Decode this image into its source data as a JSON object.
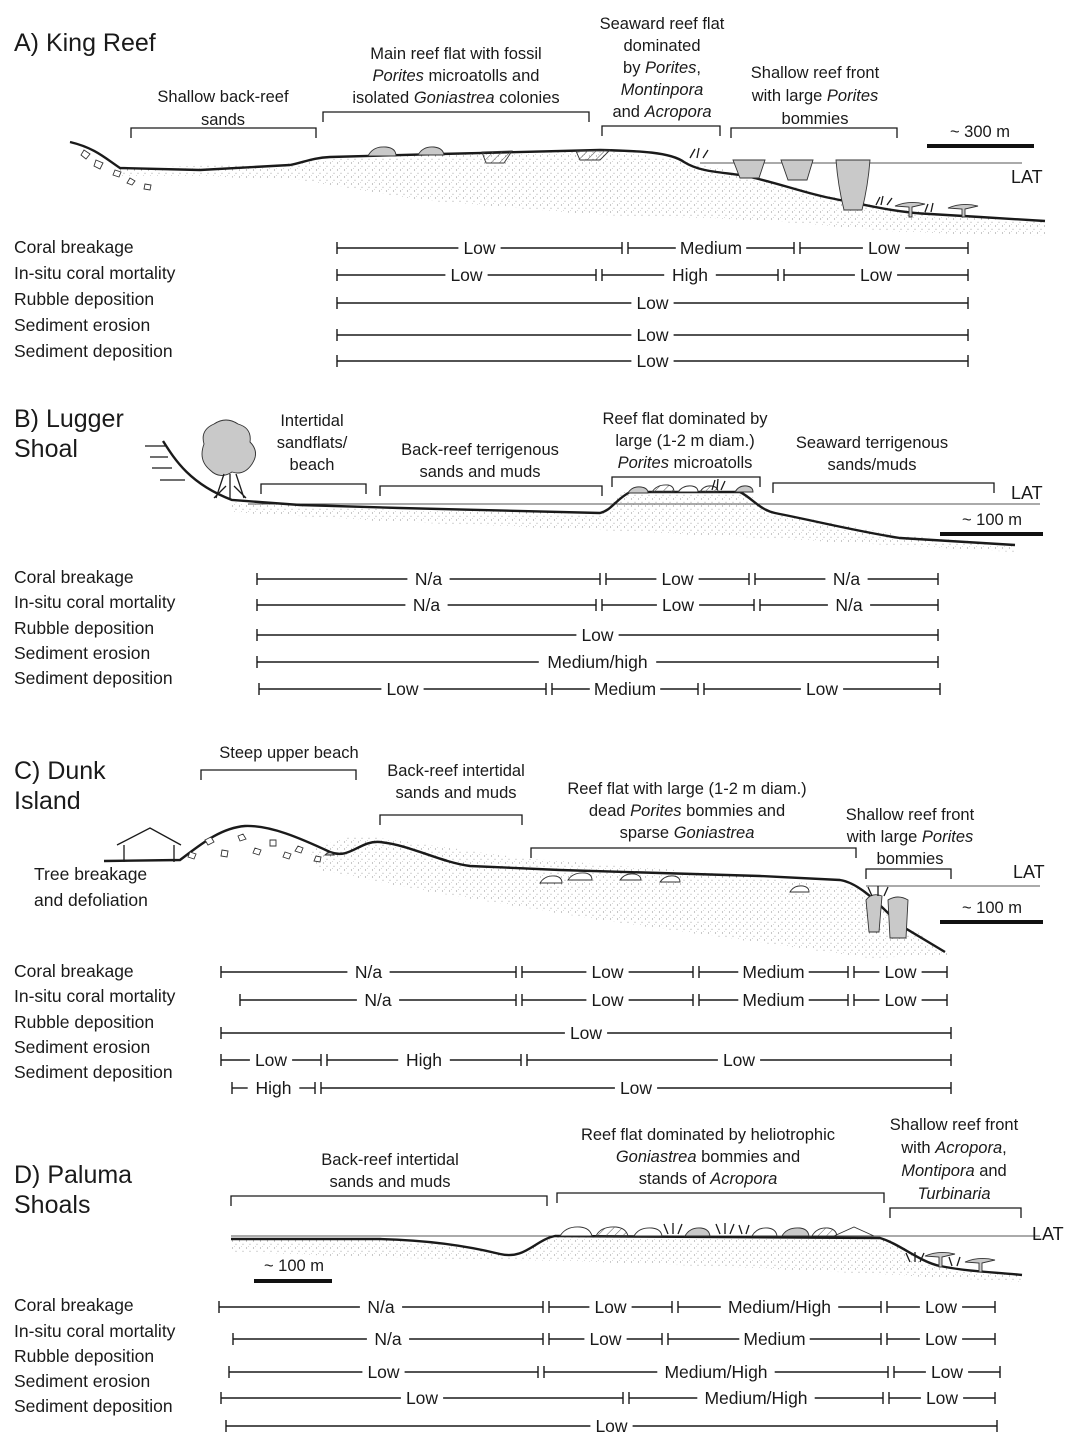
{
  "panels": [
    {
      "id": "A",
      "title": "A) King Reef",
      "title_lines": [
        "A) King Reef"
      ],
      "scale_label": "~ 300 m",
      "lat_label": "LAT",
      "zones": [
        {
          "lines": [
            "Shallow back-reef",
            "sands"
          ]
        },
        {
          "lines": [
            "Main reef flat with fossil",
            "Porites microatolls and",
            "isolated Goniastrea  colonies"
          ]
        },
        {
          "lines": [
            "Seaward reef flat",
            "dominated",
            "by Porites,",
            "Montinpora",
            "and Acropora"
          ]
        },
        {
          "lines": [
            "Shallow reef front",
            "with large Porites",
            "bommies"
          ]
        }
      ],
      "rows": [
        {
          "parameter": "Coral breakage",
          "ratings": [
            "Low",
            "Medium",
            "Low"
          ]
        },
        {
          "parameter": "In-situ coral mortality",
          "ratings": [
            "Low",
            "High",
            "Low"
          ]
        },
        {
          "parameter": "Rubble deposition",
          "ratings": [
            "Low"
          ]
        },
        {
          "parameter": "Sediment erosion",
          "ratings": [
            "Low"
          ]
        },
        {
          "parameter": "Sediment deposition",
          "ratings": [
            "Low"
          ]
        }
      ]
    },
    {
      "id": "B",
      "title": "B) Lugger Shoal",
      "title_lines": [
        "B) Lugger",
        "Shoal"
      ],
      "scale_label": "~ 100 m",
      "lat_label": "LAT",
      "zones": [
        {
          "lines": [
            "Intertidal",
            "sandflats/",
            "beach"
          ]
        },
        {
          "lines": [
            "Back-reef terrigenous",
            "sands and muds"
          ]
        },
        {
          "lines": [
            "Reef flat dominated by",
            "large (1-2 m diam.)",
            "Porites microatolls"
          ]
        },
        {
          "lines": [
            "Seaward terrigenous",
            "sands/muds"
          ]
        }
      ],
      "rows": [
        {
          "parameter": "Coral breakage",
          "ratings": [
            "N/a",
            "Low",
            "N/a"
          ]
        },
        {
          "parameter": "In-situ coral mortality",
          "ratings": [
            "N/a",
            "Low",
            "N/a"
          ]
        },
        {
          "parameter": "Rubble deposition",
          "ratings": [
            "Low"
          ]
        },
        {
          "parameter": "Sediment erosion",
          "ratings": [
            "Medium/high"
          ]
        },
        {
          "parameter": "Sediment deposition",
          "ratings": [
            "Low",
            "Medium",
            "Low"
          ]
        }
      ]
    },
    {
      "id": "C",
      "title": "C) Dunk Island",
      "title_lines": [
        "C) Dunk",
        "Island"
      ],
      "scale_label": "~ 100 m",
      "lat_label": "LAT",
      "extra_label_lines": [
        "Tree breakage",
        "and defoliation"
      ],
      "zones": [
        {
          "lines": [
            "Steep upper beach"
          ]
        },
        {
          "lines": [
            "Back-reef intertidal",
            "sands and muds"
          ]
        },
        {
          "lines": [
            "Reef flat with large (1-2 m diam.)",
            "dead Porites bommies and",
            "sparse Goniastrea"
          ]
        },
        {
          "lines": [
            "Shallow reef front",
            "with large Porites",
            "bommies"
          ]
        }
      ],
      "rows": [
        {
          "parameter": "Coral breakage",
          "ratings": [
            "N/a",
            "Low",
            "Medium",
            "Low"
          ]
        },
        {
          "parameter": "In-situ coral mortality",
          "ratings": [
            "N/a",
            "Low",
            "Medium",
            "Low"
          ]
        },
        {
          "parameter": "Rubble deposition",
          "ratings": [
            "Low"
          ]
        },
        {
          "parameter": "Sediment erosion",
          "ratings": [
            "Low",
            "High",
            "Low"
          ]
        },
        {
          "parameter": "Sediment deposition",
          "ratings": [
            "High",
            "Low"
          ]
        }
      ]
    },
    {
      "id": "D",
      "title": "D) Paluma Shoals",
      "title_lines": [
        "D) Paluma",
        "Shoals"
      ],
      "scale_label": "~ 100 m",
      "lat_label": "LAT",
      "zones": [
        {
          "lines": [
            "Back-reef intertidal",
            "sands and muds"
          ]
        },
        {
          "lines": [
            "Reef flat dominated by heliotrophic",
            "Goniastrea bommies and",
            "stands of Acropora"
          ]
        },
        {
          "lines": [
            "Shallow reef front",
            "with Acropora,",
            "Montipora and",
            "Turbinaria"
          ]
        }
      ],
      "rows": [
        {
          "parameter": "Coral breakage",
          "ratings": [
            "N/a",
            "Low",
            "Medium/High",
            "Low"
          ]
        },
        {
          "parameter": "In-situ coral mortality",
          "ratings": [
            "N/a",
            "Low",
            "Medium",
            "Low"
          ]
        },
        {
          "parameter": "Rubble deposition",
          "ratings": [
            "Low",
            "Medium/High",
            "Low"
          ]
        },
        {
          "parameter": "Sediment erosion",
          "ratings": [
            "Low",
            "Medium/High",
            "Low"
          ]
        },
        {
          "parameter": "Sediment deposition",
          "ratings": [
            "Low"
          ]
        }
      ]
    }
  ],
  "italic_terms": [
    "Porites",
    "Goniastrea",
    "Montinpora",
    "Montipora",
    "Acropora",
    "Turbinaria"
  ]
}
